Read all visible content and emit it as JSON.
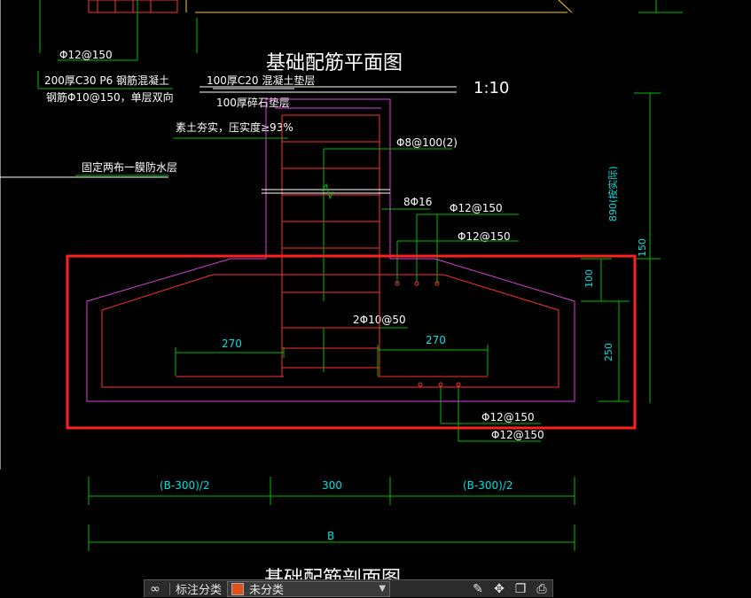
{
  "drawing": {
    "plan_title": "基础配筋平面图",
    "section_title": "基础配筋剖面图",
    "scale": "1:10",
    "callouts": {
      "rebar_top_left": "Φ12@150",
      "layer_concrete": "200厚C30 P6 钢筋混凝土",
      "layer_concrete_rebar": "钢筋Φ10@150，单层双向",
      "layer_c20": "100厚C20 混凝土垫层",
      "layer_gravel": "100厚碎石垫层",
      "layer_soil": "素土夯实，压实度≥93%",
      "waterproof": "固定两布一膜防水层",
      "stirrup": "Φ8@100(2)",
      "column_bars": "8Φ16",
      "rebar_top_1": "Φ12@150",
      "rebar_top_2": "Φ12@150",
      "rebar_mid": "2Φ10@50",
      "rebar_bottom_1": "Φ12@150",
      "rebar_bottom_2": "Φ12@150"
    },
    "dimensions": {
      "left_270": "270",
      "right_270": "270",
      "depth_100": "100",
      "depth_250": "250",
      "height_890": "890(按实际)",
      "height_150": "150",
      "half_left": "(B-300)/2",
      "center_300": "300",
      "half_right": "(B-300)/2",
      "total_b": "B"
    },
    "highlight_color": "#ff2020"
  },
  "toolbar": {
    "label": "标注分类",
    "selected": "未分类",
    "swatch_color": "#e0501a"
  }
}
